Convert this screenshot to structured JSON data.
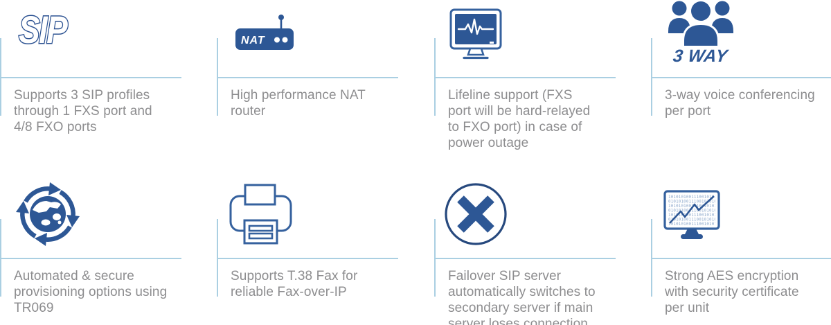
{
  "colors": {
    "primary": "#2d5795",
    "icon_outline": "#27497e",
    "rule": "#aacfe2",
    "text": "#8d8d8f"
  },
  "icons": {
    "sip_label": "SIP",
    "nat_label": "NAT",
    "three_way_label": "3 WAY"
  },
  "features": [
    {
      "icon": "sip-logo-icon",
      "text": "Supports 3 SIP profiles\nthrough 1 FXS port and\n4/8 FXO ports"
    },
    {
      "icon": "nat-router-icon",
      "text": "High performance NAT\nrouter"
    },
    {
      "icon": "lifeline-monitor-icon",
      "text": "Lifeline support (FXS\nport will be hard-relayed\nto FXO port) in case of\npower outage"
    },
    {
      "icon": "three-way-conference-icon",
      "text": "3-way voice conferencing\nper port"
    },
    {
      "icon": "provisioning-globe-icon",
      "text": "Automated & secure\nprovisioning options using\nTR069"
    },
    {
      "icon": "fax-printer-icon",
      "text": "Supports T.38 Fax for\nreliable Fax-over-IP"
    },
    {
      "icon": "failover-x-icon",
      "text": "Failover SIP server\nautomatically switches to\nsecondary server if main\nserver loses connection"
    },
    {
      "icon": "aes-encryption-monitor-icon",
      "text": "Strong AES encryption\nwith security certificate\nper unit"
    }
  ],
  "binary_rows": [
    "1010101001110010101",
    "0101010011100101010",
    "1010101001110010101",
    "0101010011100101010",
    "1010101001110010101",
    "0101010011100101010",
    "1010101001110010101"
  ]
}
